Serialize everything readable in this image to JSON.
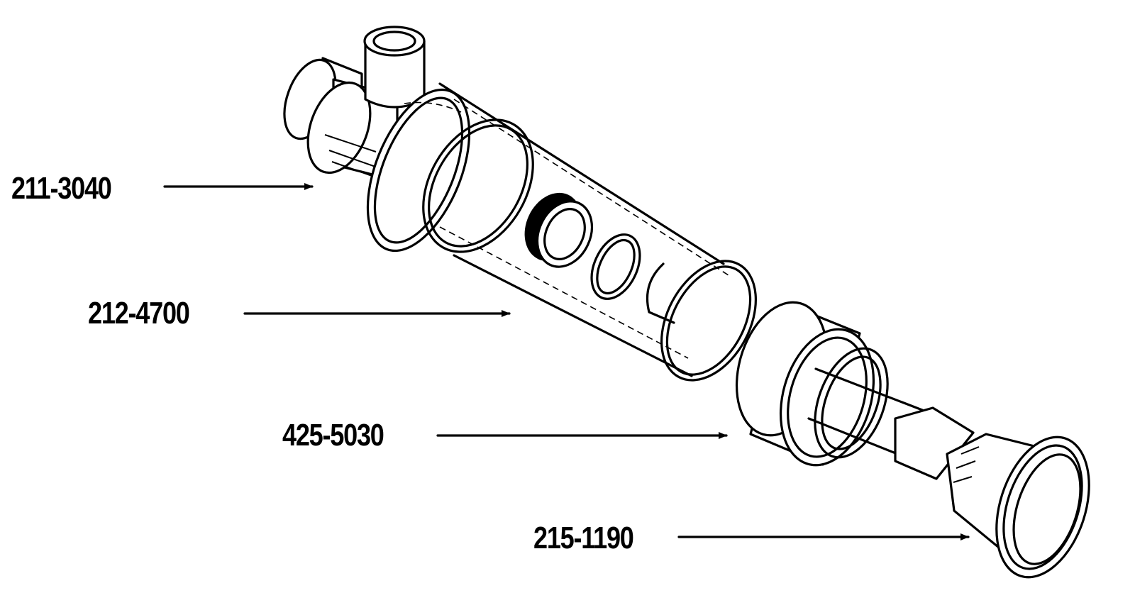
{
  "labels": [
    {
      "part_number": "211-3040"
    },
    {
      "part_number": "212-4700"
    },
    {
      "part_number": "425-5030"
    },
    {
      "part_number": "215-1190"
    }
  ],
  "colors": {
    "ink": "#000000",
    "background": "#ffffff"
  }
}
